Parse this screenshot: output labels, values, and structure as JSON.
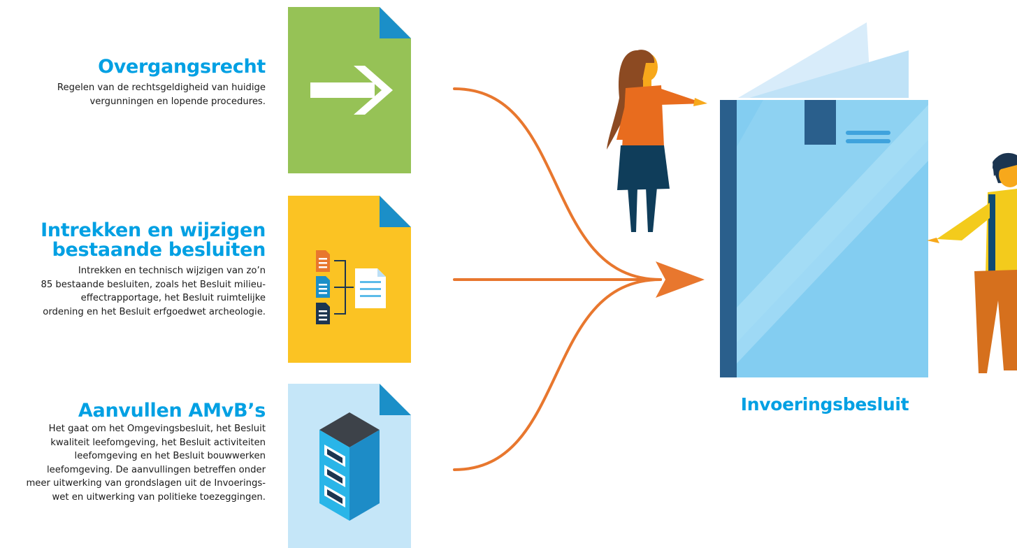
{
  "blocks": [
    {
      "title": "Overgangsrecht",
      "lines": [
        "Regelen van de rechtsgeldigheid van huidige",
        "vergunningen en lopende procedures."
      ],
      "color": "#96c256",
      "icon": "arrow-right-icon"
    },
    {
      "title_lines": [
        "Intrekken en wijzigen",
        "bestaande besluiten"
      ],
      "lines": [
        "Intrekken en technisch wijzigen van zo’n",
        "85 bestaande besluiten, zoals het Besluit milieu-",
        "effectrapportage, het Besluit ruimtelijke",
        "ordening en het Besluit erfgoedwet archeologie."
      ],
      "color": "#fbc323",
      "icon": "documents-merge-icon"
    },
    {
      "title": "Aanvullen AMvB’s",
      "lines": [
        "Het gaat om het Omgevingsbesluit, het Besluit",
        "kwaliteit leefomgeving, het Besluit activiteiten",
        "leefomgeving en het Besluit bouwwerken",
        "leefomgeving. De aanvullingen betreffen onder",
        "meer uitwerking van grondslagen uit de Invoerings-",
        "wet en uitwerking van politieke toezeggingen."
      ],
      "color": "#c5e6f8",
      "icon": "file-cabinet-icon"
    }
  ],
  "result": {
    "label": "Invoeringsbesluit",
    "icon": "book-icon"
  },
  "colors": {
    "title_blue": "#00a0e3",
    "arrow_orange": "#e8772e",
    "corner_blue": "#1b8fc8",
    "book_light": "#83cdf1",
    "book_spine": "#2a5f8c"
  }
}
